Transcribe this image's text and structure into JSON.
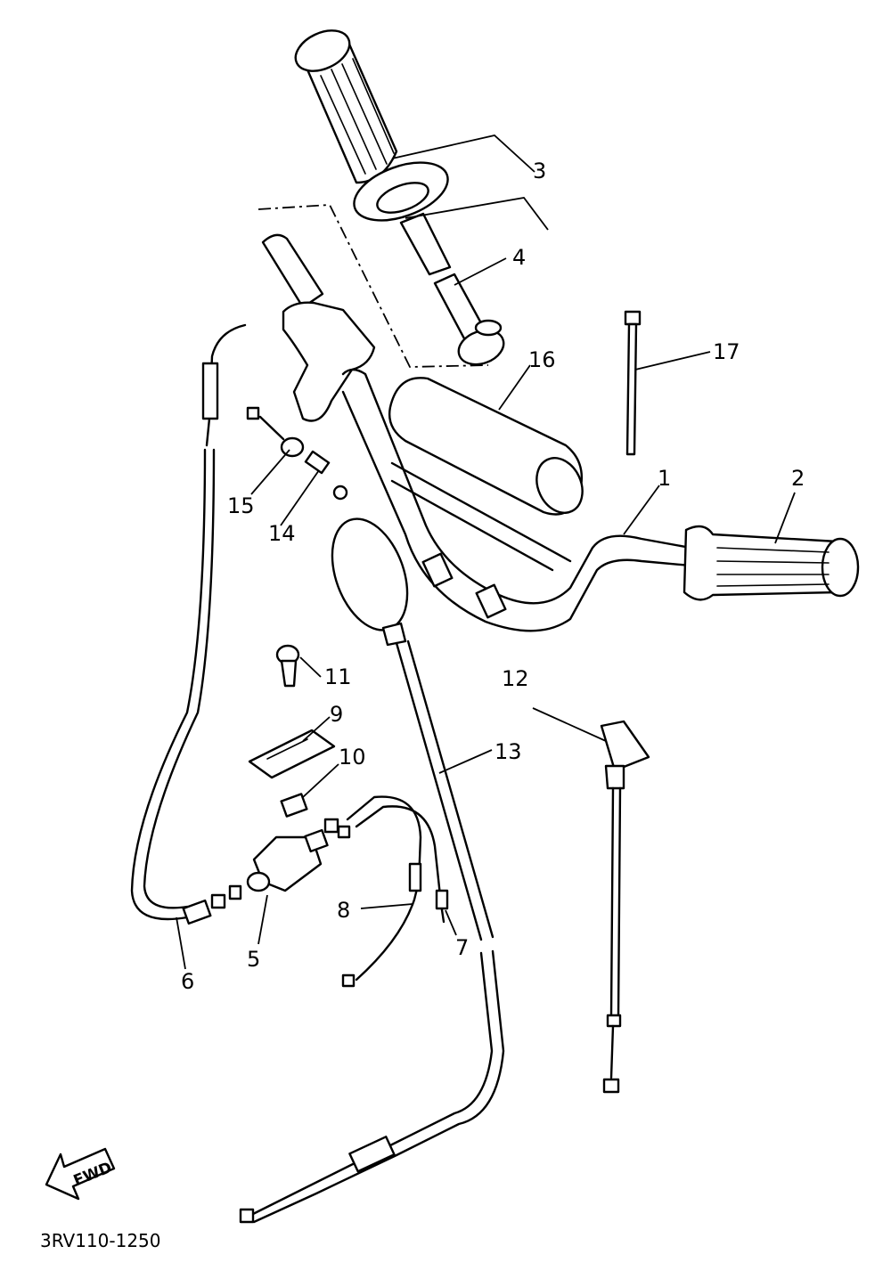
{
  "labels": {
    "p1": "1",
    "p2": "2",
    "p3": "3",
    "p4": "4",
    "p5": "5",
    "p6": "6",
    "p7": "7",
    "p8": "8",
    "p9": "9",
    "p10": "10",
    "p11": "11",
    "p12": "12",
    "p13": "13",
    "p14": "14",
    "p15": "15",
    "p16": "16",
    "p17": "17"
  },
  "fwd_label": "FWD",
  "diagram_code": "3RV110-1250"
}
